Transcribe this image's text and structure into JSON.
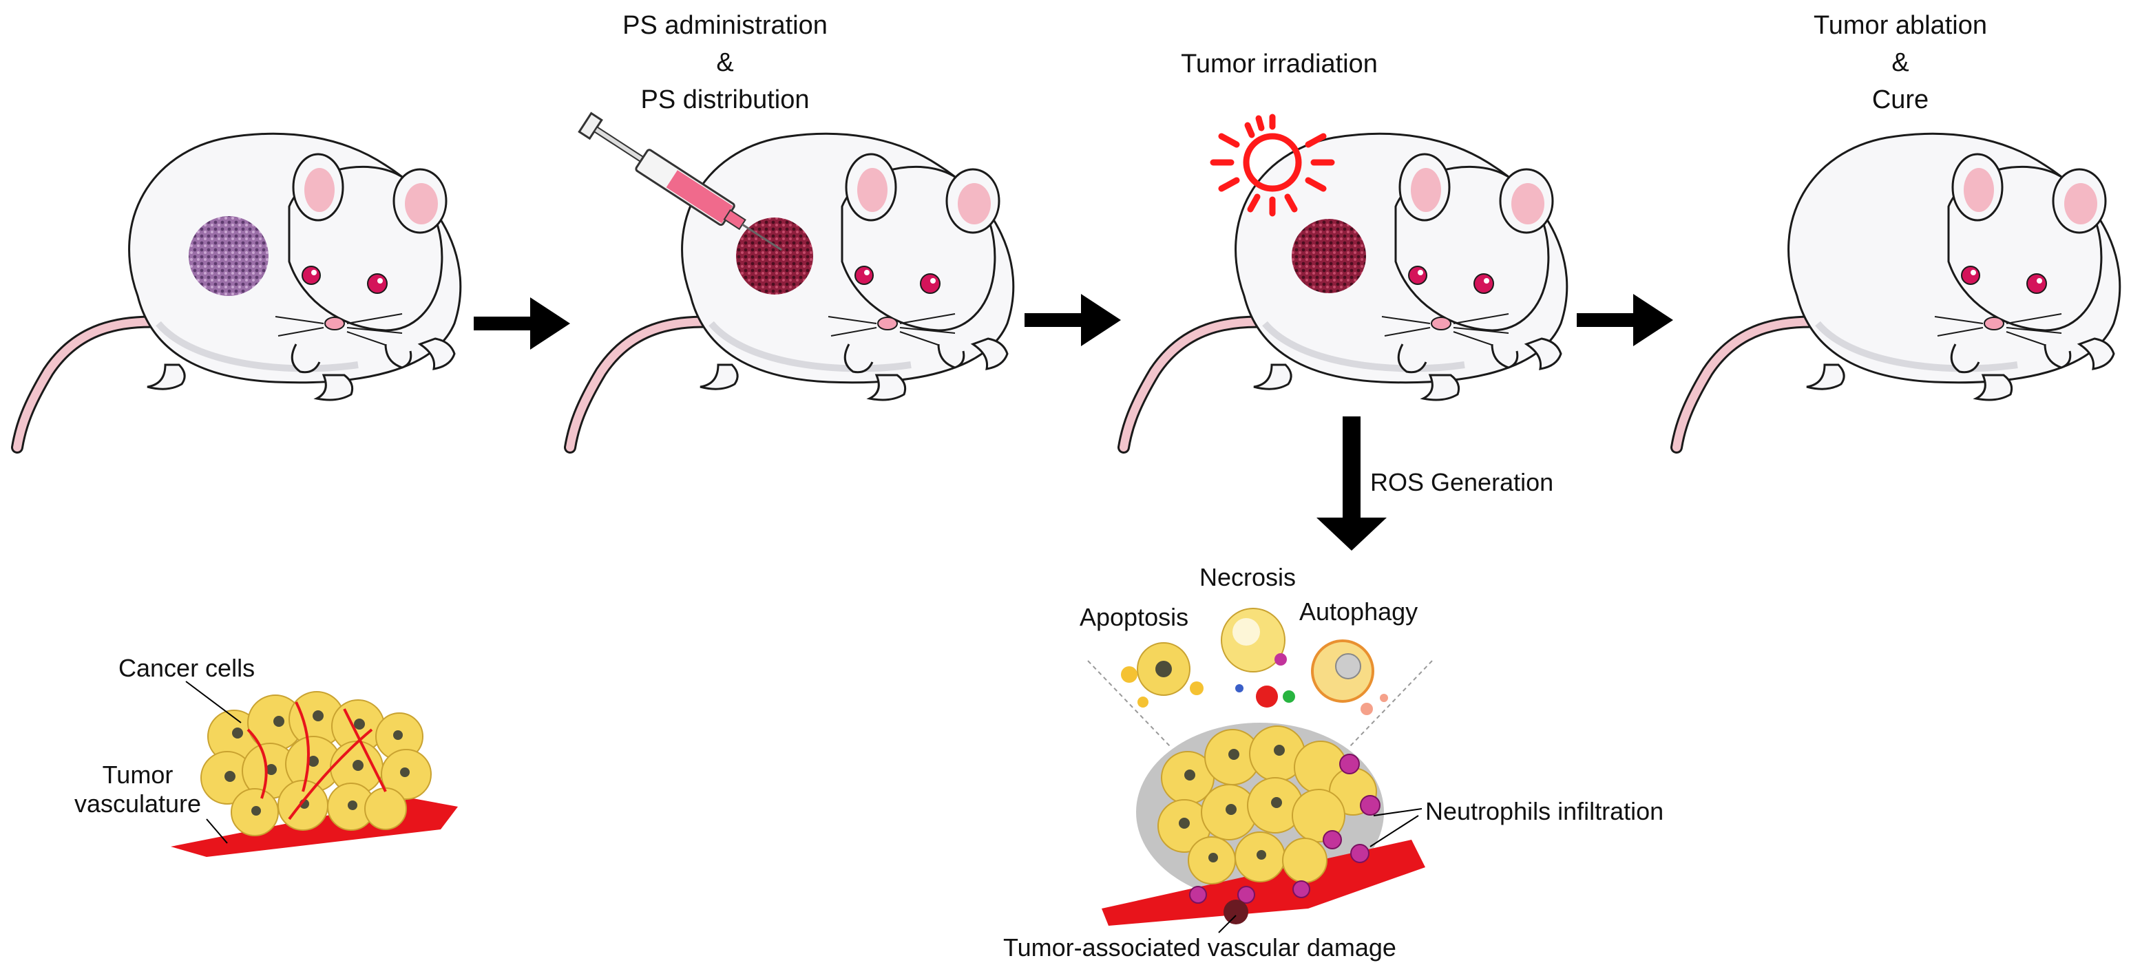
{
  "stages": [
    {
      "id": "initial",
      "lines": []
    },
    {
      "id": "ps",
      "lines": [
        "PS administration",
        "&",
        "PS distribution"
      ]
    },
    {
      "id": "irradiation",
      "lines": [
        "Tumor irradiation"
      ]
    },
    {
      "id": "ablation",
      "lines": [
        "Tumor ablation",
        "&",
        "Cure"
      ]
    }
  ],
  "flow": {
    "down_label": "ROS Generation"
  },
  "tumor_model": {
    "cancer_cells": "Cancer cells",
    "vasculature_line1": "Tumor",
    "vasculature_line2": "vasculature"
  },
  "outcome": {
    "necrosis": "Necrosis",
    "apoptosis": "Apoptosis",
    "autophagy": "Autophagy",
    "neutrophils": "Neutrophils infiltration",
    "vascular_damage": "Tumor-associated vascular damage"
  },
  "colors": {
    "mouse_body": "#f7f7f9",
    "mouse_outline": "#1a1a1a",
    "ear_inner": "#f4b8c4",
    "eye": "#d4145a",
    "tail": "#f2c4cc",
    "tumor_purple": "#9b6fa8",
    "tumor_dark": "#8e1f3d",
    "syringe_pink": "#f06a8c",
    "light_red": "#ff1a1a",
    "cell_yellow": "#f5d65c",
    "nucleus": "#4d4d3a",
    "vessel_red": "#e8141b",
    "neutrophil": "#c2339b"
  }
}
